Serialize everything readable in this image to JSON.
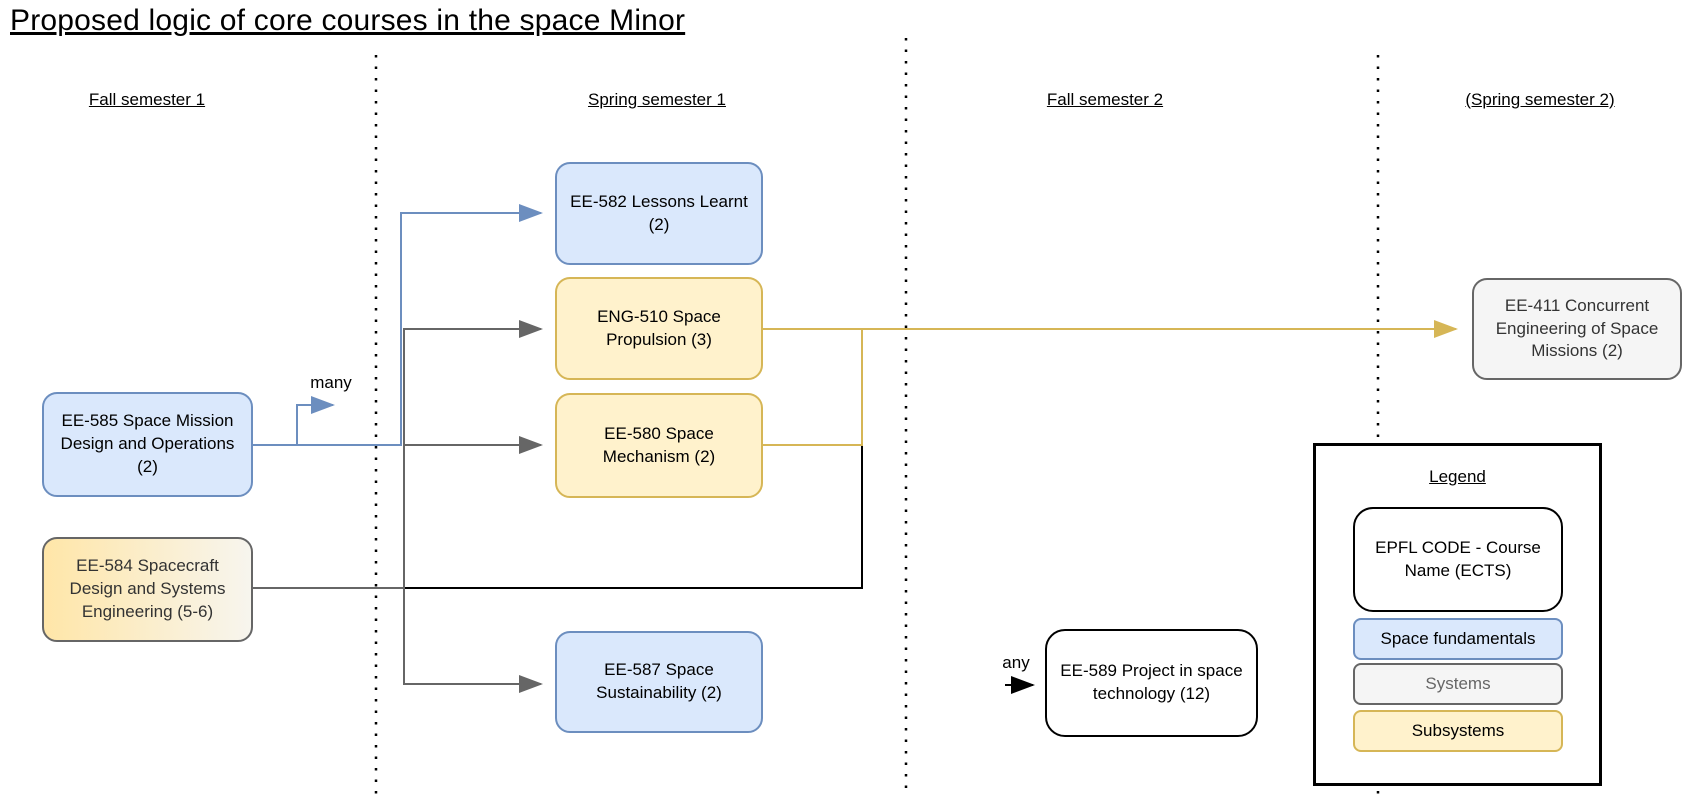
{
  "title": "Proposed logic of core courses in the space Minor",
  "columns": [
    {
      "label": "Fall semester 1"
    },
    {
      "label": "Spring semester 1"
    },
    {
      "label": "Fall semester 2"
    },
    {
      "label": "(Spring semester 2)"
    }
  ],
  "nodes": {
    "ee585": {
      "label": "EE-585 Space Mission Design and Operations (2)",
      "category": "Space fundamentals"
    },
    "ee584": {
      "label": "EE-584 Spacecraft Design and Systems Engineering (5-6)",
      "category": "Systems/Subsystems"
    },
    "ee582": {
      "label": "EE-582 Lessons Learnt (2)",
      "category": "Space fundamentals"
    },
    "eng510": {
      "label": "ENG-510 Space Propulsion (3)",
      "category": "Subsystems"
    },
    "ee580": {
      "label": "EE-580 Space Mechanism (2)",
      "category": "Subsystems"
    },
    "ee587": {
      "label": "EE-587 Space Sustainability (2)",
      "category": "Space fundamentals"
    },
    "ee589": {
      "label": "EE-589 Project in space technology (12)",
      "category": "none"
    },
    "ee411": {
      "label": "EE-411 Concurrent Engineering of Space Missions (2)",
      "category": "Systems"
    }
  },
  "edge_labels": {
    "many": "many",
    "any": "any"
  },
  "legend": {
    "title": "Legend",
    "sample": "EPFL CODE - Course Name (ECTS)",
    "items": [
      {
        "label": "Space fundamentals",
        "color": "#dae8fc",
        "border": "#6c8ebf"
      },
      {
        "label": "Systems",
        "color": "#f5f5f5",
        "border": "#666666"
      },
      {
        "label": "Subsystems",
        "color": "#fff2cc",
        "border": "#d6b656"
      }
    ]
  },
  "colors": {
    "fundamentals_fill": "#dae8fc",
    "fundamentals_stroke": "#6c8ebf",
    "subsystems_fill": "#fff2cc",
    "subsystems_stroke": "#d6b656",
    "systems_fill": "#f5f5f5",
    "systems_stroke": "#666666",
    "edge_black": "#000000",
    "edge_gray": "#666666",
    "edge_blue": "#6c8ebf",
    "edge_yellow": "#d6b656"
  }
}
